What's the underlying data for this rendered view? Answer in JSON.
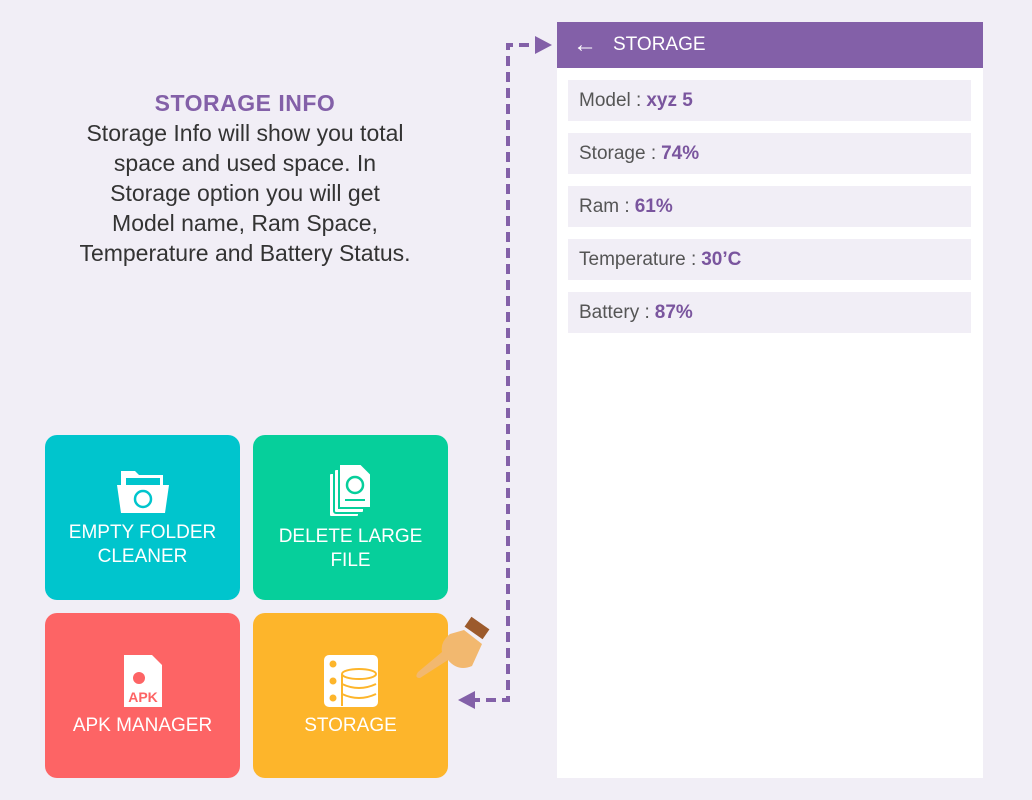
{
  "info": {
    "title": "STORAGE INFO",
    "lines": [
      "Storage Info will show you total",
      "space and used space. In",
      "Storage option you will get",
      "Model name, Ram Space,",
      "Temperature and Battery Status."
    ]
  },
  "tiles": [
    {
      "label1": "EMPTY FOLDER",
      "label2": "CLEANER",
      "icon": "folder-refresh-icon",
      "color": "#00c5cd"
    },
    {
      "label1": "DELETE LARGE",
      "label2": "FILE",
      "icon": "files-refresh-icon",
      "color": "#06cf9b"
    },
    {
      "label1": "APK MANAGER",
      "icon": "apk-file-icon",
      "color": "#fd6465",
      "badge": "APK"
    },
    {
      "label1": "STORAGE",
      "icon": "database-server-icon",
      "color": "#fdb52b"
    }
  ],
  "panel": {
    "title": "STORAGE",
    "rows": [
      {
        "label": "Model :",
        "value": "xyz 5"
      },
      {
        "label": "Storage :",
        "value": "74%"
      },
      {
        "label": "Ram :",
        "value": "61%"
      },
      {
        "label": "Temperature :",
        "value": "30’C"
      },
      {
        "label": "Battery :",
        "value": "87%"
      }
    ]
  },
  "colors": {
    "accent": "#8360a8"
  }
}
